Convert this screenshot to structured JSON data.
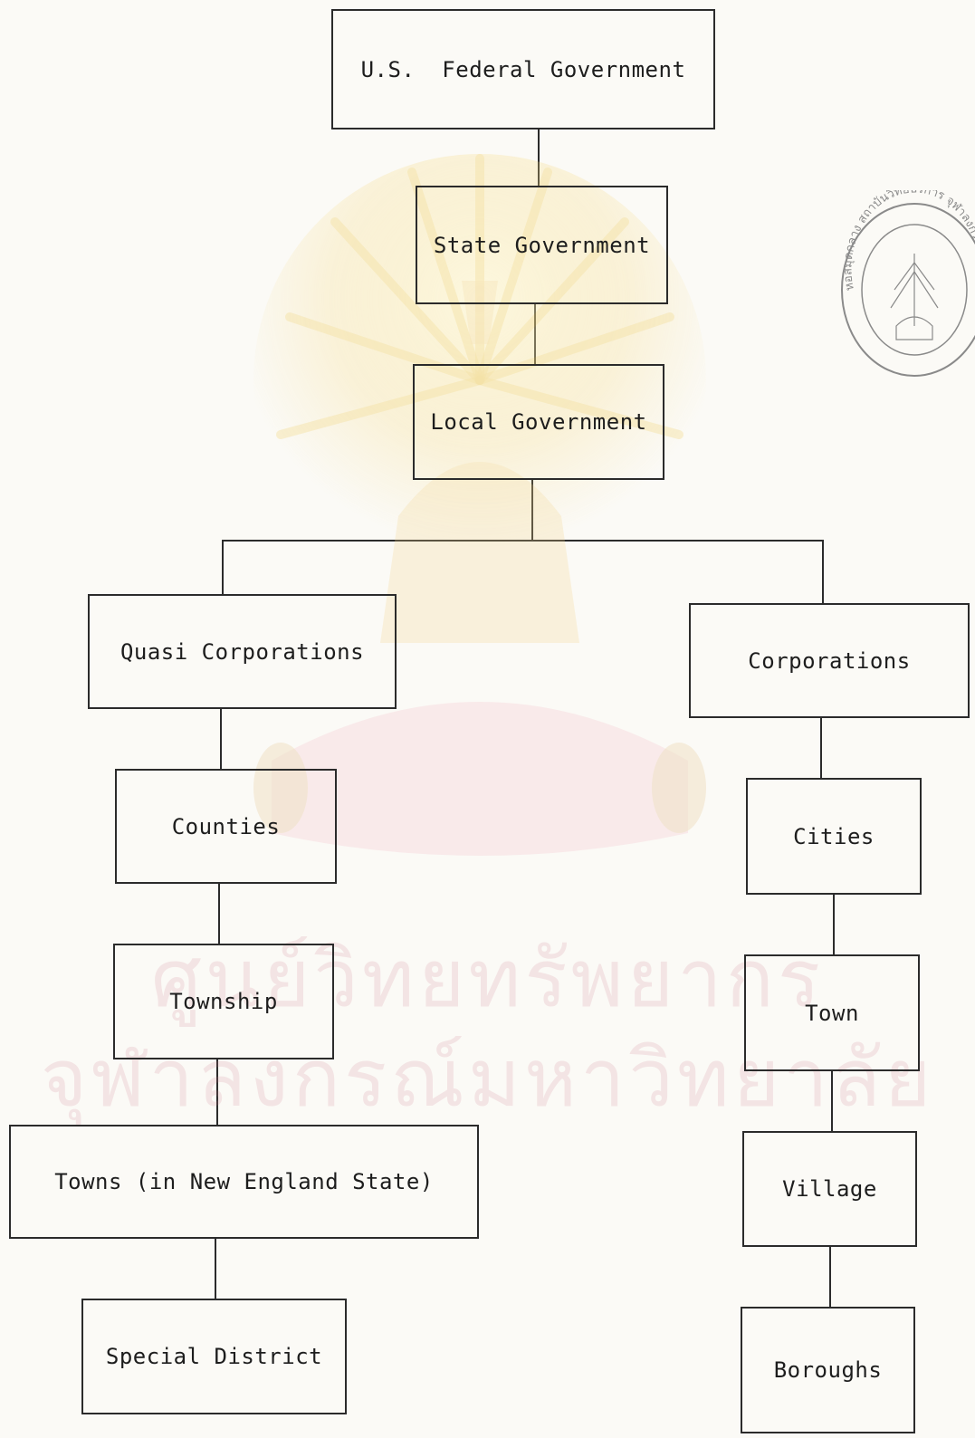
{
  "diagram": {
    "nodes": {
      "federal": "U.S.  Federal Government",
      "state": "State Government",
      "local": "Local Government",
      "quasi": "Quasi Corporations",
      "corporations": "Corporations",
      "counties": "Counties",
      "township": "Township",
      "towns_ne": "Towns (in New England State)",
      "special_district": "Special District",
      "cities": "Cities",
      "town": "Town",
      "village": "Village",
      "boroughs": "Boroughs"
    }
  },
  "watermark": {
    "line1": "ศูนย์วิทยทรัพยากร",
    "line2": "จุฬาลงกรณ์มหาวิทยาลัย"
  },
  "stamp": {
    "text": "หอสมุดกลาง สถาบันวิทยบริการ จุฬาลงกรณ์มหาวิทยาลัย"
  }
}
